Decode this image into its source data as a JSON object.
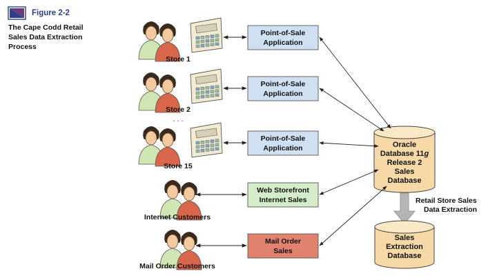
{
  "figure": {
    "label": "Figure 2-2",
    "caption_lines": [
      "The Cape Codd Retail",
      "Sales Data Extraction",
      "Process"
    ]
  },
  "colors": {
    "figure_label": "#2b3f8f",
    "pos_box": "#cfe0f3",
    "web_box": "#d4ecc8",
    "mail_box": "#e0826d",
    "cylinder": "#f6d9a6",
    "arrow": "#222222",
    "big_arrow": "#b5b5b5"
  },
  "sources": [
    {
      "id": "store-1",
      "type": "store",
      "label": "Store 1",
      "system_lines": [
        "Point-of-Sale",
        "Application"
      ]
    },
    {
      "id": "store-2",
      "type": "store",
      "label": "Store 2",
      "system_lines": [
        "Point-of-Sale",
        "Application"
      ]
    },
    {
      "id": "store-15",
      "type": "store",
      "label": "Store 15",
      "system_lines": [
        "Point-of-Sale",
        "Application"
      ]
    },
    {
      "id": "internet",
      "type": "customers",
      "label": "Internet Customers",
      "system_lines": [
        "Web Storefront",
        "Internet Sales"
      ]
    },
    {
      "id": "mail",
      "type": "customers",
      "label": "Mail Order Customers",
      "system_lines": [
        "Mail Order",
        "Sales"
      ]
    }
  ],
  "ellipsis": "· · ·",
  "oracle_db": {
    "lines": [
      "Oracle",
      "Database 11",
      "Release 2",
      "Sales",
      "Database"
    ],
    "version_suffix": "g"
  },
  "extraction": {
    "label_lines": [
      "Retail Store Sales",
      "Data Extraction"
    ]
  },
  "extract_db": {
    "lines": [
      "Sales",
      "Extraction",
      "Database"
    ]
  }
}
